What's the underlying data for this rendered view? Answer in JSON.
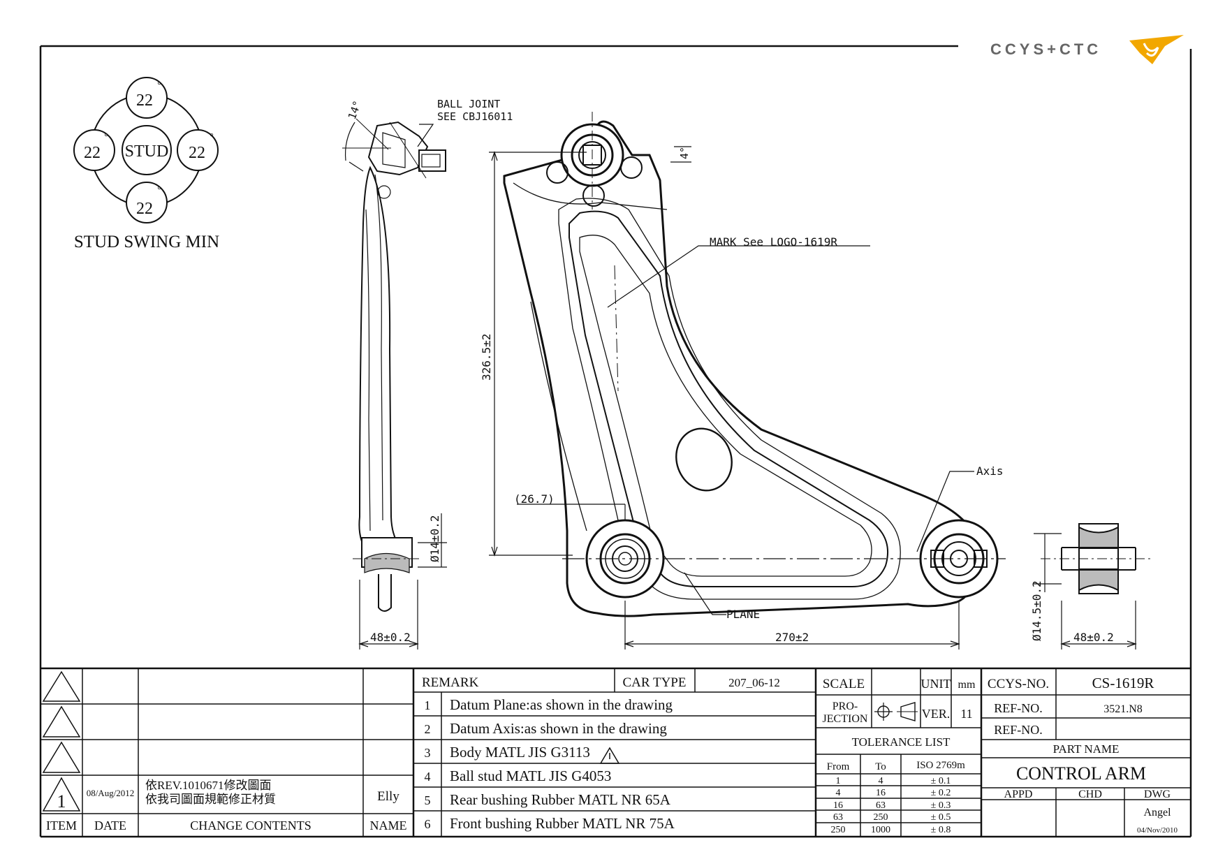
{
  "logo": {
    "text": "CCYS+CTC"
  },
  "stud_swing": {
    "title": "STUD SWING MIN",
    "center": "STUD",
    "angles": [
      "22",
      "22",
      "22",
      "22"
    ],
    "degree": "°"
  },
  "annotations": {
    "ball_joint_line1": "BALL JOINT",
    "ball_joint_line2": "SEE CBJ16011",
    "angle_left": "14°",
    "angle_right": "4°",
    "mark": "MARK See LOGO-1619R",
    "axis": "Axis",
    "plane": "PLANE"
  },
  "dimensions": {
    "height": "326.5±2",
    "offset": "(26.7)",
    "dia_left": "Ø14±0.2",
    "width_left": "48±0.2",
    "span": "270±2",
    "dia_right": "Ø14.5±0.2",
    "width_right": "48±0.2"
  },
  "revision": {
    "headers": {
      "item": "ITEM",
      "date": "DATE",
      "change": "CHANGE CONTENTS",
      "name": "NAME"
    },
    "rows": [
      {
        "item": "1",
        "date": "08/Aug/2012",
        "change1": "依REV.1010671修改圖面",
        "change2": "依我司圖面規範修正材質",
        "name": "Elly"
      }
    ]
  },
  "remark": {
    "label": "REMARK",
    "car_type_label": "CAR TYPE",
    "car_type": "207_06-12",
    "items": [
      {
        "no": "1",
        "text": "Datum Plane:as shown in the drawing"
      },
      {
        "no": "2",
        "text": "Datum Axis:as shown in the drawing"
      },
      {
        "no": "3",
        "text": "Body MATL JIS G3113"
      },
      {
        "no": "4",
        "text": "Ball stud MATL JIS G4053"
      },
      {
        "no": "5",
        "text": "Rear bushing Rubber MATL NR 65A"
      },
      {
        "no": "6",
        "text": "Front bushing Rubber MATL NR 75A"
      }
    ]
  },
  "title_block": {
    "scale_label": "SCALE",
    "unit_label": "UNIT",
    "unit": "mm",
    "projection_label1": "PRO-",
    "projection_label2": "JECTION",
    "ver_label": "VER.",
    "ver": "11",
    "ccys_label": "CCYS-NO.",
    "ccys_no": "CS-1619R",
    "ref_label": "REF-NO.",
    "ref_no": "3521.N8",
    "ref_label2": "REF-NO.",
    "ref_no2": "",
    "part_name_label": "PART NAME",
    "part_name": "CONTROL ARM",
    "appd": "APPD",
    "chd": "CHD",
    "dwg": "DWG",
    "drawn_by": "Angel",
    "drawn_date": "04/Nov/2010"
  },
  "tolerance": {
    "title": "TOLERANCE LIST",
    "headers": [
      "From",
      "To",
      "ISO 2769m"
    ],
    "rows": [
      [
        "1",
        "4",
        "± 0.1"
      ],
      [
        "4",
        "16",
        "± 0.2"
      ],
      [
        "16",
        "63",
        "± 0.3"
      ],
      [
        "63",
        "250",
        "± 0.5"
      ],
      [
        "250",
        "1000",
        "± 0.8"
      ]
    ]
  }
}
